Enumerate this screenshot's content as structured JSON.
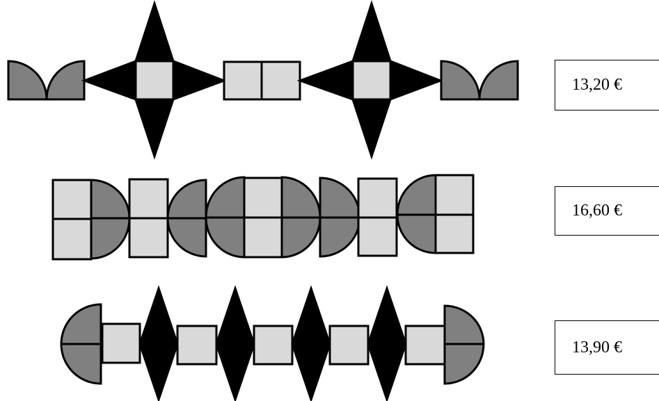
{
  "colors": {
    "square_fill": "#d9d9d9",
    "semicircle_fill": "#808080",
    "rhombus_fill": "#000000",
    "outline": "#000000"
  },
  "rows": [
    {
      "price": "13,20 €"
    },
    {
      "price": "16,60 €"
    },
    {
      "price": "13,90 €"
    }
  ]
}
